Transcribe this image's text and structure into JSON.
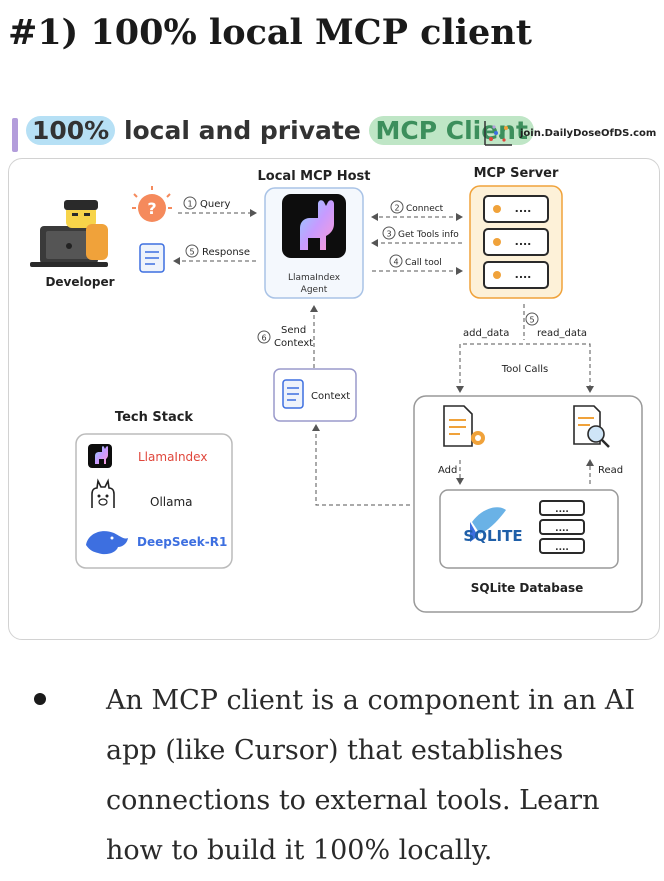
{
  "heading": "#1) 100% local MCP client",
  "banner": {
    "title_part1": "100%",
    "title_part2": " local and private ",
    "title_part3": "MCP Client",
    "brand": "join.DailyDoseOfDS.com"
  },
  "diagram": {
    "host_title": "Local MCP Host",
    "server_title": "MCP Server",
    "developer_label": "Developer",
    "agent_line1": "LlamaIndex",
    "agent_line2": "Agent",
    "step1_num": "1",
    "step1": "Query",
    "step5a_num": "5",
    "step5a": "Response",
    "step2_num": "2",
    "step2": "Connect",
    "step3_num": "3",
    "step3": "Get Tools info",
    "step4_num": "4",
    "step4": "Call tool",
    "step6_num": "6",
    "step6_line1": "Send",
    "step6_line2": "Context",
    "step5b_num": "5",
    "add_data": "add_data",
    "read_data": "read_data",
    "tool_calls": "Tool Calls",
    "context_label": "Context",
    "tech_stack_title": "Tech Stack",
    "tech_llamaindex": "LlamaIndex",
    "tech_ollama": "Ollama",
    "tech_deepseek": "DeepSeek-R1",
    "add_label": "Add",
    "read_label": "Read",
    "sqlite_logo": "SQLITE",
    "db_label": "SQLite Database",
    "server_dots": "....",
    "db_dots": "...."
  },
  "bullets": [
    "An MCP client is a component in an AI app (like Cursor) that establishes connections to external tools. Learn how to build it 100% locally."
  ],
  "colors": {
    "accent_orange": "#f0a23a",
    "server_fill": "#fdf1d8",
    "host_fill": "#f4f8fd",
    "llama_red": "#e0473c",
    "deepseek_blue": "#3d6fe0"
  }
}
